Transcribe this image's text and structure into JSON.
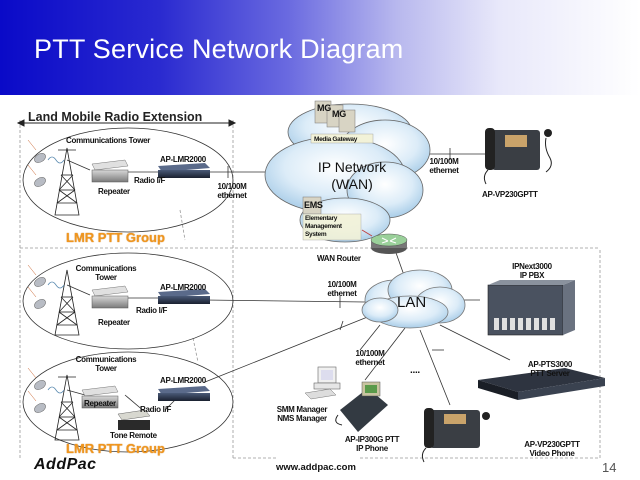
{
  "header": {
    "title": "PTT Service Network Diagram"
  },
  "lmr_extension": {
    "title": "Land Mobile Radio Extension"
  },
  "groups": [
    {
      "tower_label": "Communications Tower",
      "repeater_label": "Repeater",
      "gateway_label": "AP-LMR2000",
      "link_label": "Radio I/F",
      "group_label": "LMR PTT Group",
      "ethernet_label": "10/100M ethernet"
    },
    {
      "tower_label": "Communications Tower",
      "repeater_label": "Repeater",
      "gateway_label": "AP-LMR2000",
      "link_label": "Radio I/F"
    },
    {
      "tower_label": "Communications Tower",
      "repeater_label": "Repeater",
      "gateway_label": "AP-LMR2000",
      "link_label": "Radio I/F",
      "tone_remote_label": "Tone Remote",
      "group_label": "LMR PTT Group"
    }
  ],
  "wan": {
    "cloud_label_line1": "IP Network",
    "cloud_label_line2": "(WAN)",
    "mg_label": "MG",
    "media_gateway_label": "Media Gateway",
    "ems_label": "EMS",
    "ems_desc_line1": "Elementary",
    "ems_desc_line2": "Management",
    "ems_desc_line3": "System",
    "router_label": "WAN Router",
    "ethernet_label": "10/100M ethernet",
    "phone_label": "AP-VP230GPTT"
  },
  "lan": {
    "cloud_label": "LAN",
    "ethernet_label_1": "10/100M ethernet",
    "ethernet_label_2": "10/100M ethernet",
    "ellipsis": "....",
    "pbx_label_line1": "IPNext3000",
    "pbx_label_line2": "IP PBX",
    "server_label_line1": "AP-PTS3000",
    "server_label_line2": "PTT Server",
    "pc_label_line1": "SMM Manager",
    "pc_label_line2": "NMS Manager",
    "ipphone_label_line1": "AP-IP300G  PTT",
    "ipphone_label_line2": "IP Phone",
    "videophone_label_line1": "AP-VP230GPTT",
    "videophone_label_line2": "Video  Phone"
  },
  "footer": {
    "logo": "AddPac",
    "url": "www.addpac.com",
    "page_number": "14"
  }
}
